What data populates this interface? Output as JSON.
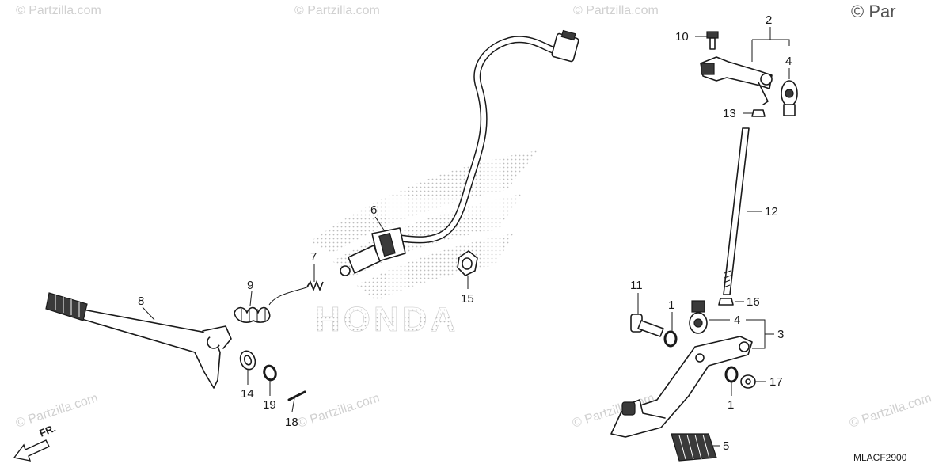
{
  "watermarks": {
    "copyright": "© Partzilla.com",
    "corner": "© Par"
  },
  "brand": {
    "wordmark": "HONDA",
    "pattern_color": "#cfcfcf"
  },
  "direction": {
    "label": "FR."
  },
  "diagram_code": "MLACF2900",
  "callouts": {
    "c1a": "1",
    "c1b": "1",
    "c2": "2",
    "c3": "3",
    "c4a": "4",
    "c4b": "4",
    "c5": "5",
    "c6": "6",
    "c7": "7",
    "c8": "8",
    "c9": "9",
    "c10": "10",
    "c11": "11",
    "c12": "12",
    "c13": "13",
    "c14": "14",
    "c15": "15",
    "c16": "16",
    "c17": "17",
    "c18": "18",
    "c19": "19"
  }
}
